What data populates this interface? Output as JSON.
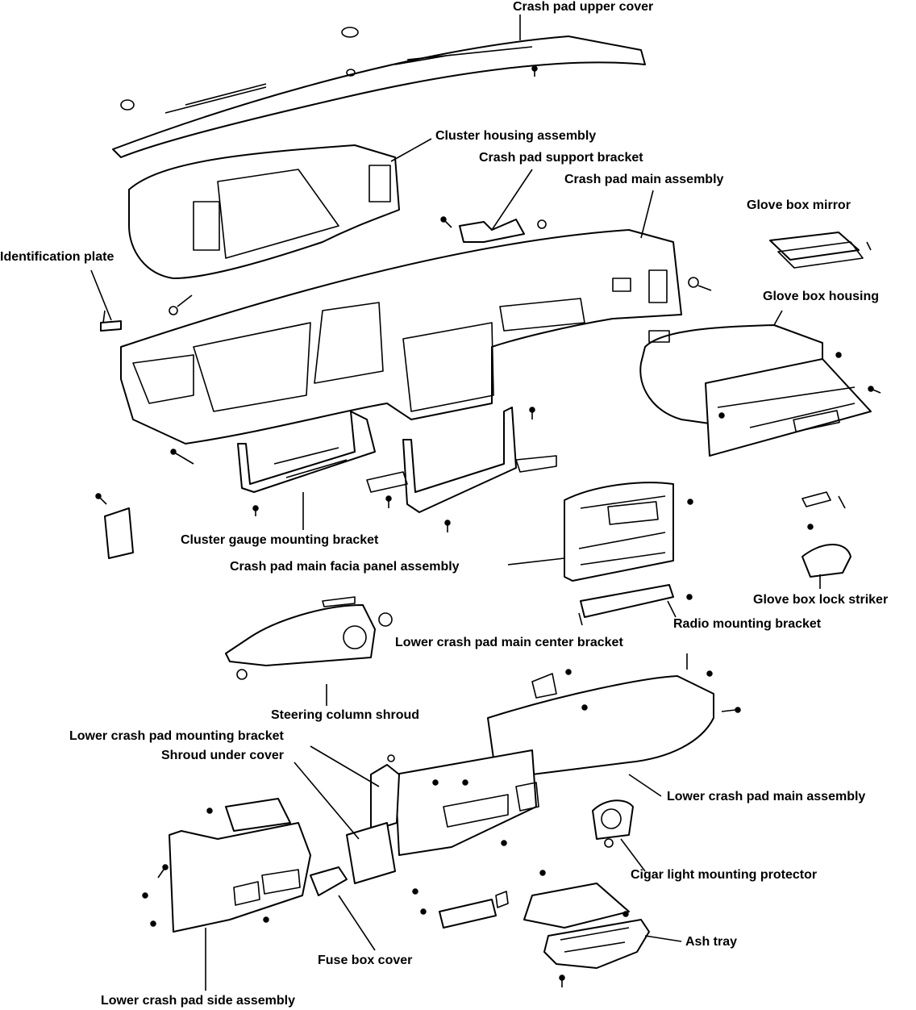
{
  "diagram": {
    "labels": {
      "crash_pad_upper_cover": "Crash pad upper cover",
      "cluster_housing_assembly": "Cluster housing assembly",
      "crash_pad_support_bracket": "Crash pad support bracket",
      "crash_pad_main_assembly": "Crash pad main assembly",
      "glove_box_mirror": "Glove box mirror",
      "identification_plate": "Identification plate",
      "glove_box_housing": "Glove box housing",
      "cluster_gauge_mounting_bracket": "Cluster gauge mounting bracket",
      "crash_pad_main_facia_panel_assembly": "Crash pad main facia panel assembly",
      "glove_box_lock_striker": "Glove box lock striker",
      "radio_mounting_bracket": "Radio mounting bracket",
      "lower_crash_pad_main_center_bracket": "Lower crash pad main  center bracket",
      "steering_column_shroud": "Steering column shroud",
      "lower_crash_pad_mounting_bracket": "Lower crash pad mounting bracket",
      "shroud_under_cover": "Shroud under cover",
      "lower_crash_pad_main_assembly": "Lower crash pad main assembly",
      "cigar_light_mounting_protector": "Cigar light mounting protector",
      "ash_tray": "Ash tray",
      "fuse_box_cover": "Fuse box cover",
      "lower_crash_pad_side_assembly": "Lower crash pad side assembly"
    }
  }
}
